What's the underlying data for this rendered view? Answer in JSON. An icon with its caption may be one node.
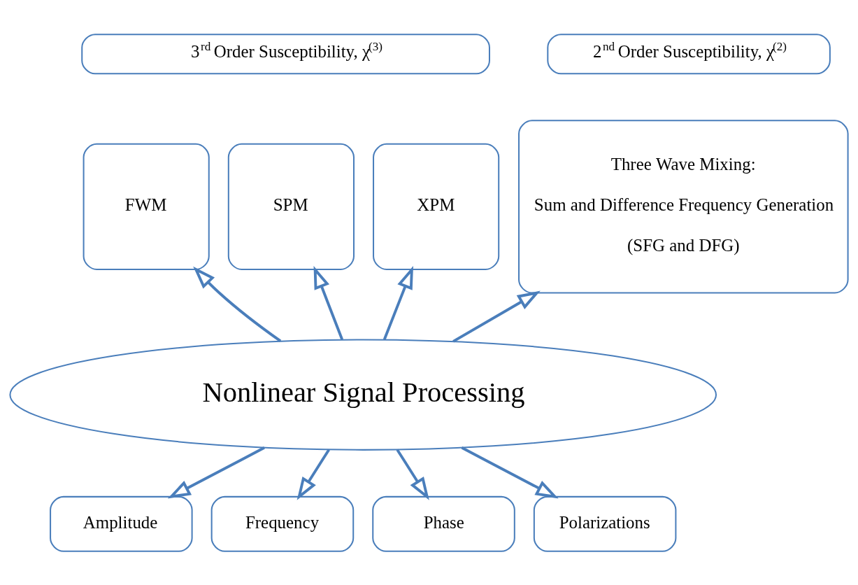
{
  "diagram": {
    "nodes": [
      {
        "text": [
          "3$^{rd}$ Order Susceptibility, χ$^{(3)}$"
        ]
      },
      {
        "text": [
          "FWM"
        ]
      },
      {
        "text": [
          "SPM"
        ]
      },
      {
        "text": [
          "XPM"
        ]
      },
      {
        "text": [
          "2$^{nd}$ Order Susceptibility, χ$^{(2)}$"
        ]
      },
      {
        "text": [
          "Three Wave Mixing:",
          "Sum and Difference Frequency Generation",
          "(SFG and DFG)"
        ]
      },
      {
        "text": [
          "Nonlinear Signal Processing"
        ]
      },
      {
        "text": [
          "Amplitude"
        ]
      },
      {
        "text": [
          "Frequency"
        ]
      },
      {
        "text": [
          "Phase"
        ]
      },
      {
        "text": [
          "Polarizations"
        ]
      }
    ],
    "edges": [
      {
        "from": 6,
        "to": 1,
        "arrow": "to"
      },
      {
        "from": 6,
        "to": 2,
        "arrow": "to"
      },
      {
        "from": 6,
        "to": 3,
        "arrow": "to"
      },
      {
        "from": 6,
        "to": 5,
        "arrow": "to"
      },
      {
        "from": 6,
        "to": 7,
        "arrow": "to"
      },
      {
        "from": 6,
        "to": 8,
        "arrow": "to"
      },
      {
        "from": 6,
        "to": 9,
        "arrow": "to"
      },
      {
        "from": 6,
        "to": 10,
        "arrow": "to"
      }
    ]
  }
}
